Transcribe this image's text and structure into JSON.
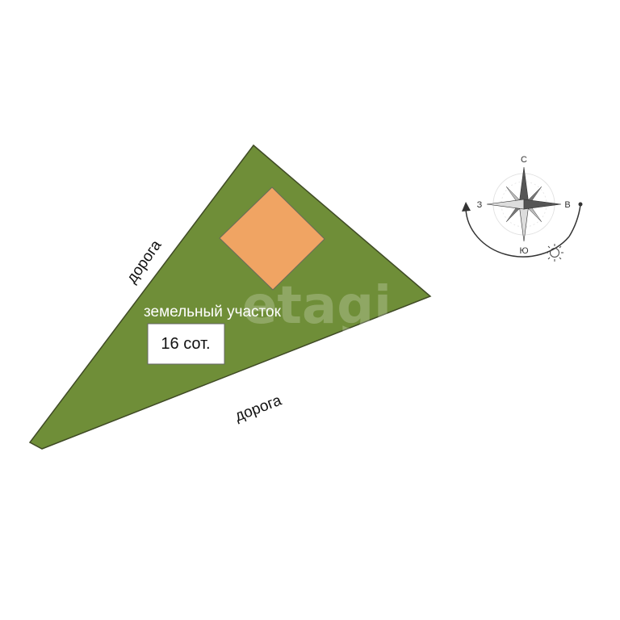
{
  "plot": {
    "label": "земельный участок",
    "area": "16 сот.",
    "plot_color": "#6f8e38",
    "house_color": "#f0a463"
  },
  "roads": {
    "left_label": "дорога",
    "bottom_label": "дорога"
  },
  "compass": {
    "north": "С",
    "south": "Ю",
    "west": "З",
    "east": "В",
    "sun_icon": "sun-icon"
  },
  "watermark": {
    "text": "etagi"
  }
}
